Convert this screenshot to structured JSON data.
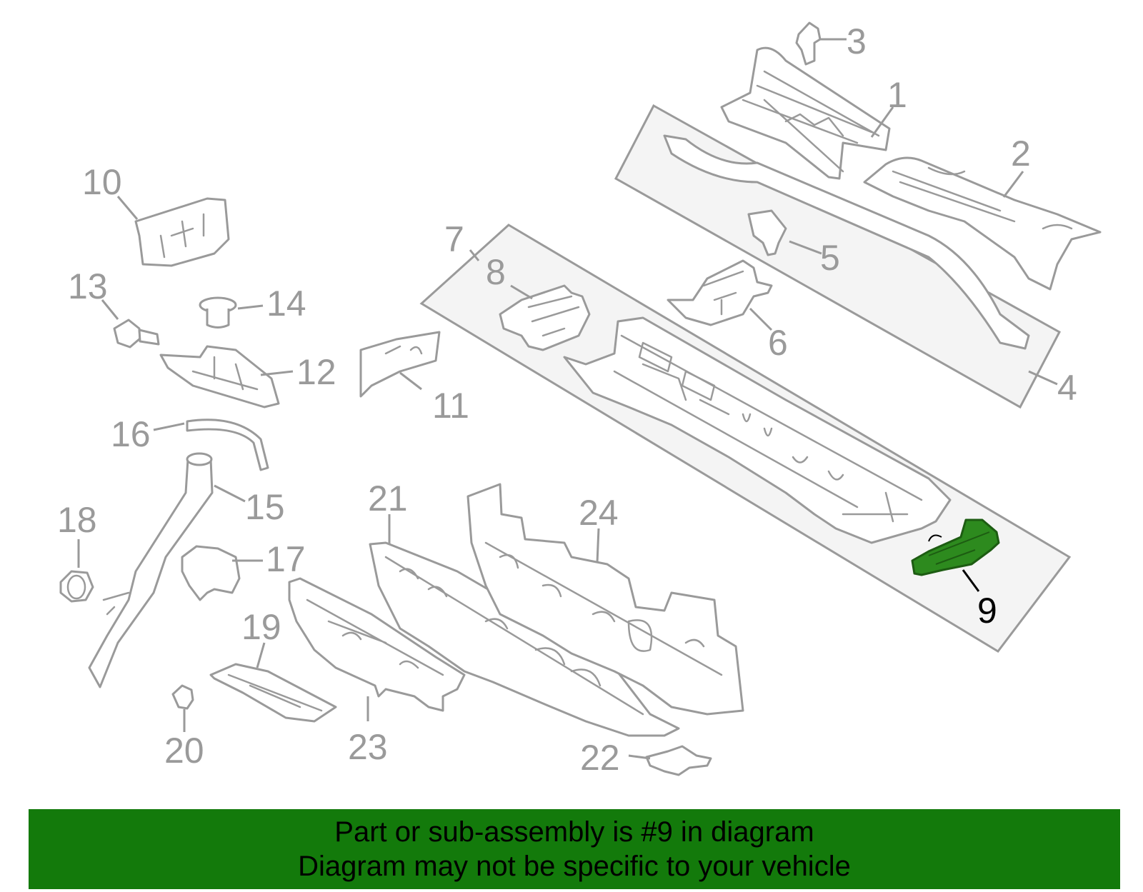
{
  "highlight": {
    "part_number": "9",
    "color": "#2d8a1e",
    "stroke": "#1d5c12"
  },
  "banner": {
    "background": "#137a0b",
    "line1": "Part or sub-assembly is #9 in diagram",
    "line2": "Diagram may not be specific to your vehicle"
  },
  "callouts": {
    "c1": "1",
    "c2": "2",
    "c3": "3",
    "c4": "4",
    "c5": "5",
    "c6": "6",
    "c7": "7",
    "c8": "8",
    "c9": "9",
    "c10": "10",
    "c11": "11",
    "c12": "12",
    "c13": "13",
    "c14": "14",
    "c15": "15",
    "c16": "16",
    "c17": "17",
    "c18": "18",
    "c19": "19",
    "c20": "20",
    "c21": "21",
    "c22": "22",
    "c23": "23",
    "c24": "24"
  }
}
